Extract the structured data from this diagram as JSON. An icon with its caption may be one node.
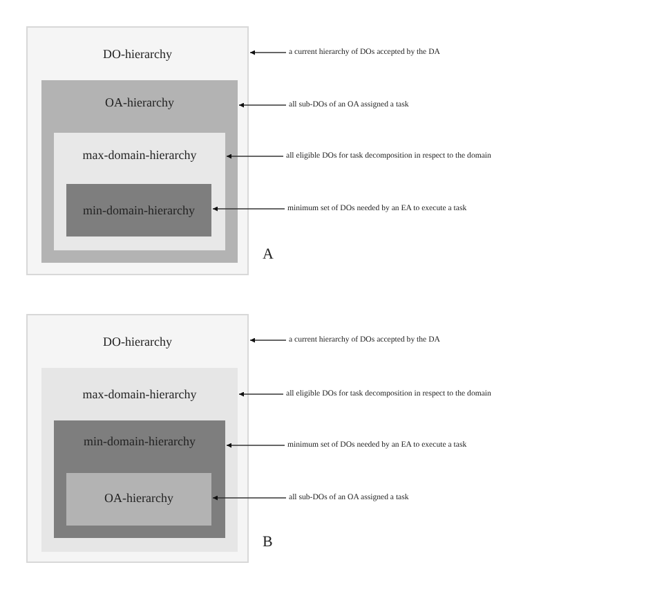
{
  "diagram": {
    "nodes": [
      {
        "text": [
          "DO-hierarchy"
        ]
      },
      {
        "text": [
          "OA-hierarchy"
        ],
        "in": 0
      },
      {
        "text": [
          "max-domain-hierarchy"
        ],
        "in": 1
      },
      {
        "text": [
          "min-domain-hierarchy"
        ],
        "in": 2
      },
      {
        "text": [
          "a current hierarchy of DOs accepted by the DA"
        ]
      },
      {
        "text": [
          "all sub-DOs of an OA assigned a task"
        ]
      },
      {
        "text": [
          "all eligible DOs for task decomposition in respect to the domain"
        ]
      },
      {
        "text": [
          "minimum set of DOs needed by an EA to execute a task"
        ]
      },
      {
        "text": [
          "DO-hierarchy"
        ]
      },
      {
        "text": [
          "max-domain-hierarchy"
        ],
        "in": 8
      },
      {
        "text": [
          "min-domain-hierarchy"
        ],
        "in": 9
      },
      {
        "text": [
          "OA-hierarchy"
        ],
        "in": 10
      },
      {
        "text": [
          "a current hierarchy of DOs accepted by the DA"
        ]
      },
      {
        "text": [
          "all eligible DOs for task decomposition in respect to the domain"
        ]
      },
      {
        "text": [
          "minimum set of DOs needed by an EA to execute a task"
        ]
      },
      {
        "text": [
          "all sub-DOs of an OA assigned a task"
        ]
      }
    ],
    "edges": [
      {
        "from": 4,
        "to": 0,
        "arrow": "to"
      },
      {
        "from": 5,
        "to": 1,
        "arrow": "to"
      },
      {
        "from": 6,
        "to": 2,
        "arrow": "to"
      },
      {
        "from": 7,
        "to": 3,
        "arrow": "to"
      },
      {
        "from": 12,
        "to": 8,
        "arrow": "to"
      },
      {
        "from": 13,
        "to": 9,
        "arrow": "to"
      },
      {
        "from": 14,
        "to": 10,
        "arrow": "to"
      },
      {
        "from": 15,
        "to": 11,
        "arrow": "to"
      }
    ],
    "labels": [
      "A",
      "B"
    ]
  }
}
